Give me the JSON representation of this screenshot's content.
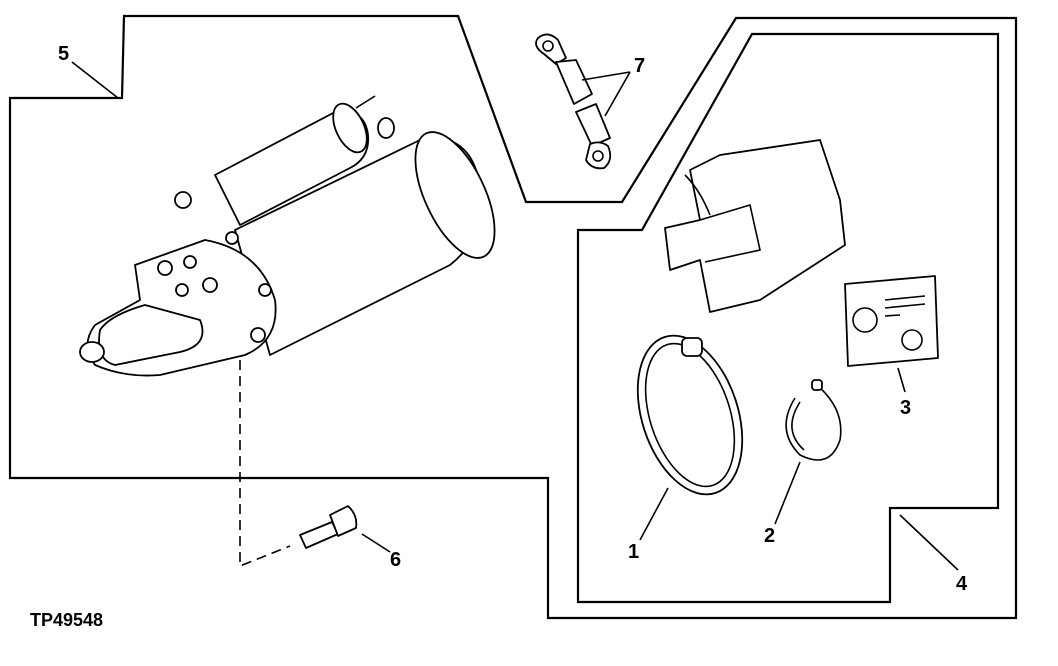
{
  "figure_id": "TP49548",
  "callouts": {
    "c1": "1",
    "c2": "2",
    "c3": "3",
    "c4": "4",
    "c5": "5",
    "c6": "6",
    "c7": "7"
  }
}
